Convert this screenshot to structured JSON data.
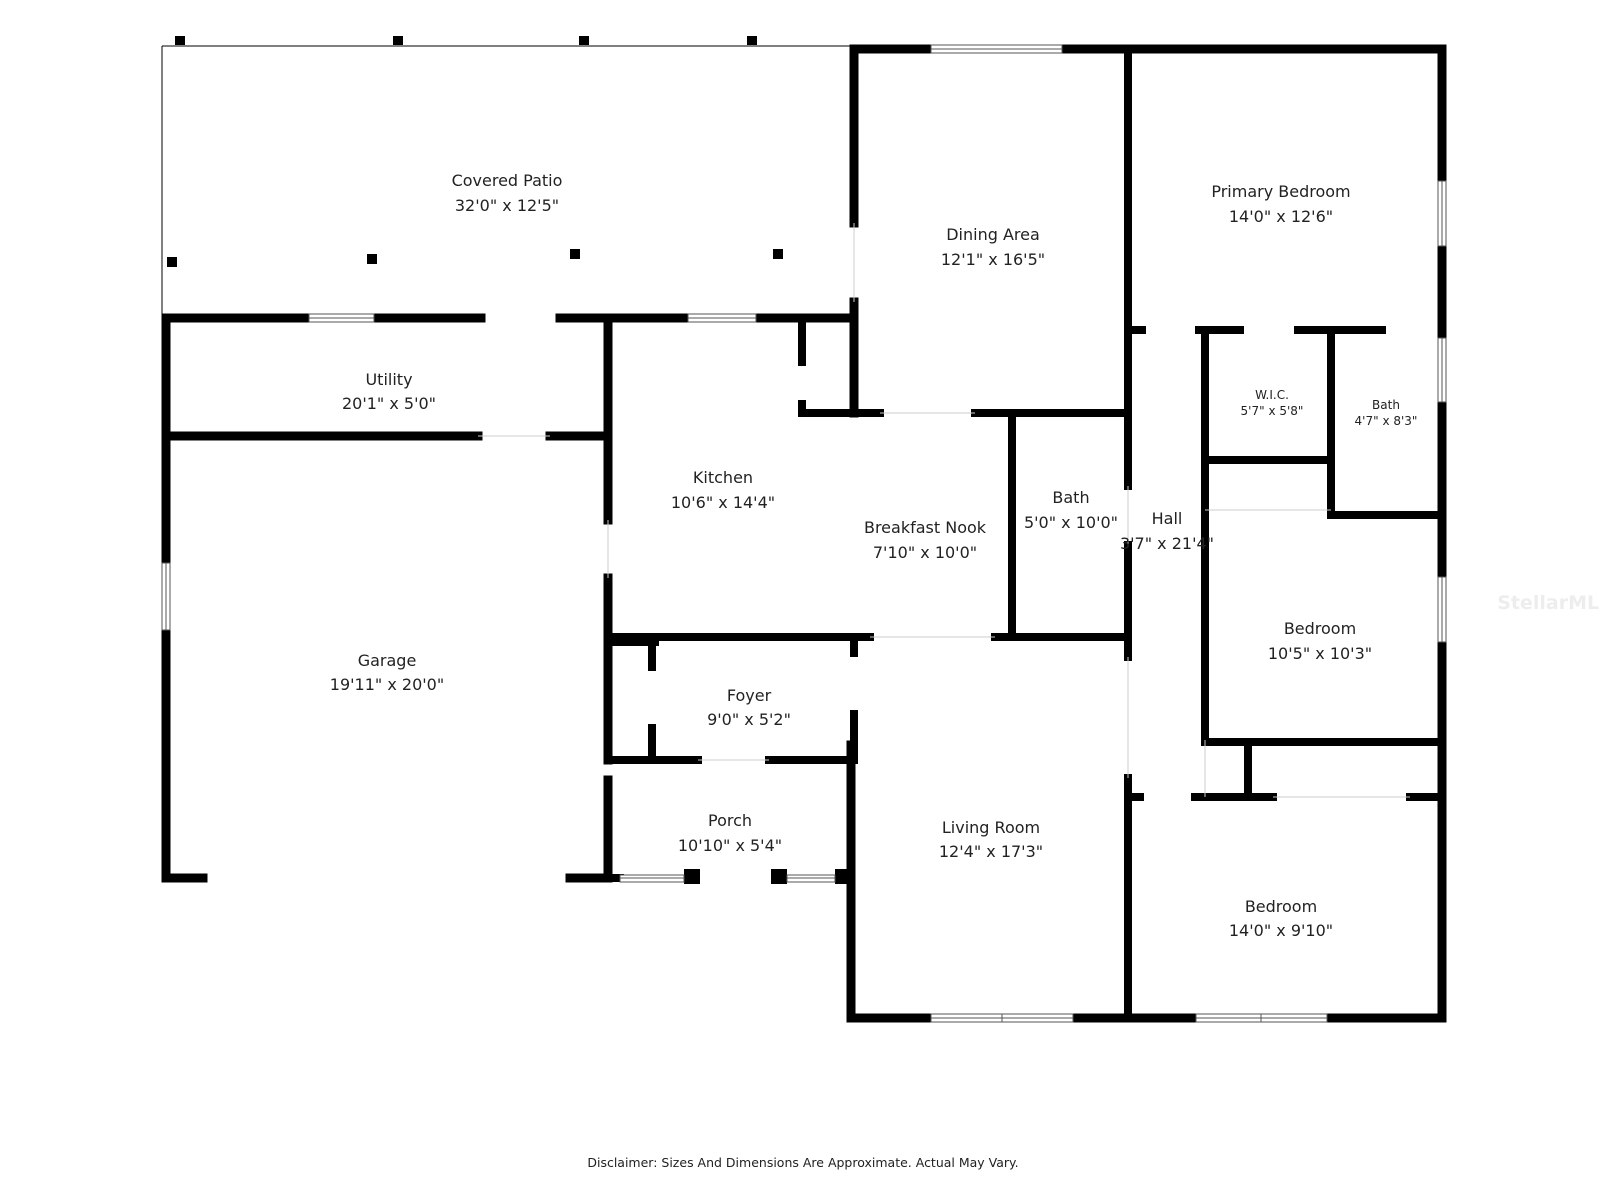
{
  "rooms": {
    "covered_patio": {
      "name": "Covered Patio",
      "dim": "32'0\" x 12'5\""
    },
    "dining_area": {
      "name": "Dining Area",
      "dim": "12'1\" x 16'5\""
    },
    "primary_bedroom": {
      "name": "Primary Bedroom",
      "dim": "14'0\" x 12'6\""
    },
    "utility": {
      "name": "Utility",
      "dim": "20'1\" x 5'0\""
    },
    "wic": {
      "name": "W.I.C.",
      "dim": "5'7\" x 5'8\""
    },
    "bath_primary": {
      "name": "Bath",
      "dim": "4'7\" x 8'3\""
    },
    "kitchen": {
      "name": "Kitchen",
      "dim": "10'6\" x 14'4\""
    },
    "breakfast_nook": {
      "name": "Breakfast Nook",
      "dim": "7'10\" x 10'0\""
    },
    "bath_hall": {
      "name": "Bath",
      "dim": "5'0\" x 10'0\""
    },
    "hall": {
      "name": "Hall",
      "dim": "3'7\" x 21'4\""
    },
    "garage": {
      "name": "Garage",
      "dim": "19'11\" x 20'0\""
    },
    "bedroom_2": {
      "name": "Bedroom",
      "dim": "10'5\" x 10'3\""
    },
    "foyer": {
      "name": "Foyer",
      "dim": "9'0\" x 5'2\""
    },
    "porch": {
      "name": "Porch",
      "dim": "10'10\" x 5'4\""
    },
    "living_room": {
      "name": "Living Room",
      "dim": "12'4\" x 17'3\""
    },
    "bedroom_3": {
      "name": "Bedroom",
      "dim": "14'0\" x 9'10\""
    }
  },
  "disclaimer": "Disclaimer: Sizes And Dimensions Are Approximate. Actual May Vary.",
  "watermark": "StellarMLS",
  "colors": {
    "wall": "#000000",
    "background": "#ffffff",
    "text": "#222222"
  }
}
